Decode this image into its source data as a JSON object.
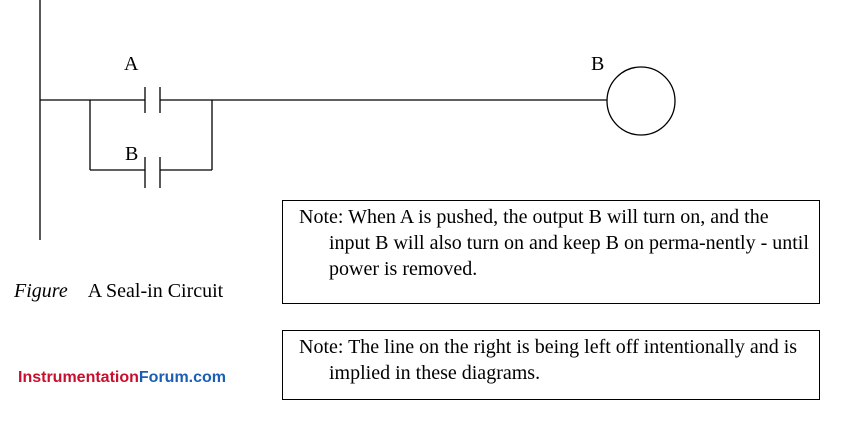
{
  "diagram": {
    "contact_a_label": "A",
    "contact_b_label": "B",
    "coil_label": "B"
  },
  "caption": {
    "figure_word": "Figure",
    "title": "A Seal-in Circuit"
  },
  "notes": [
    "Note: When A is pushed, the output B will turn on, and the input B will also turn on and keep B on perma-nently - until power is removed.",
    "Note: The line on the right is being left off intentionally and is implied in these diagrams."
  ],
  "brand": {
    "part1": "Instrumentation",
    "part2": "Forum.com"
  },
  "colors": {
    "line": "#000000",
    "brand_red": "#c8102e",
    "brand_blue": "#1a5fb4"
  }
}
